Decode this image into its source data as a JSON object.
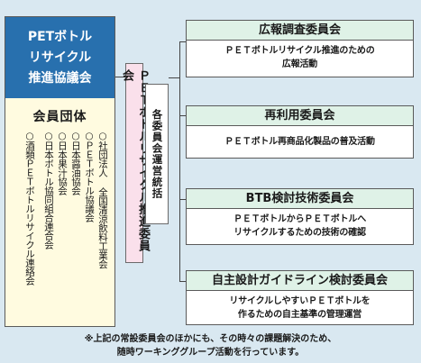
{
  "council": {
    "title_lines": [
      "PETボトル",
      "リサイクル",
      "推進協議会"
    ],
    "members_title": "会員団体",
    "members": [
      "○社団法人 全国清涼飲料工業会",
      "○ＰＥＴボトル協議会",
      "○日本醤油協会",
      "○日本果汁協会",
      "○日本ボトル協同組合連合会",
      "○酒類ＰＥＴボトルリサイクル連絡会"
    ]
  },
  "center": {
    "pink_label": "ＰＥＴボトルリサイクル推進委員会",
    "white_label": "各委員会運営統括"
  },
  "committees": [
    {
      "title": "広報調査委員会",
      "desc_lines": [
        "ＰＥＴボトルリサイクル推進のための",
        "広報活動"
      ]
    },
    {
      "title": "再利用委員会",
      "desc_lines": [
        "ＰＥＴボトル再商品化製品の普及活動"
      ]
    },
    {
      "title": "BTB検討技術委員会",
      "desc_lines": [
        "ＰＥＴボトルからＰＥＴボトルへ",
        "リサイクルするための技術の確認"
      ]
    },
    {
      "title": "自主設計ガイドライン検討委員会",
      "desc_lines": [
        "リサイクルしやすいＰＥＴボトルを",
        "作るための自主基準の管理運営"
      ]
    }
  ],
  "footnote": [
    "※上記の常設委員会のほかにも、その時々の課題解決のため、",
    "随時ワーキンググループ活動を行っています。"
  ]
}
